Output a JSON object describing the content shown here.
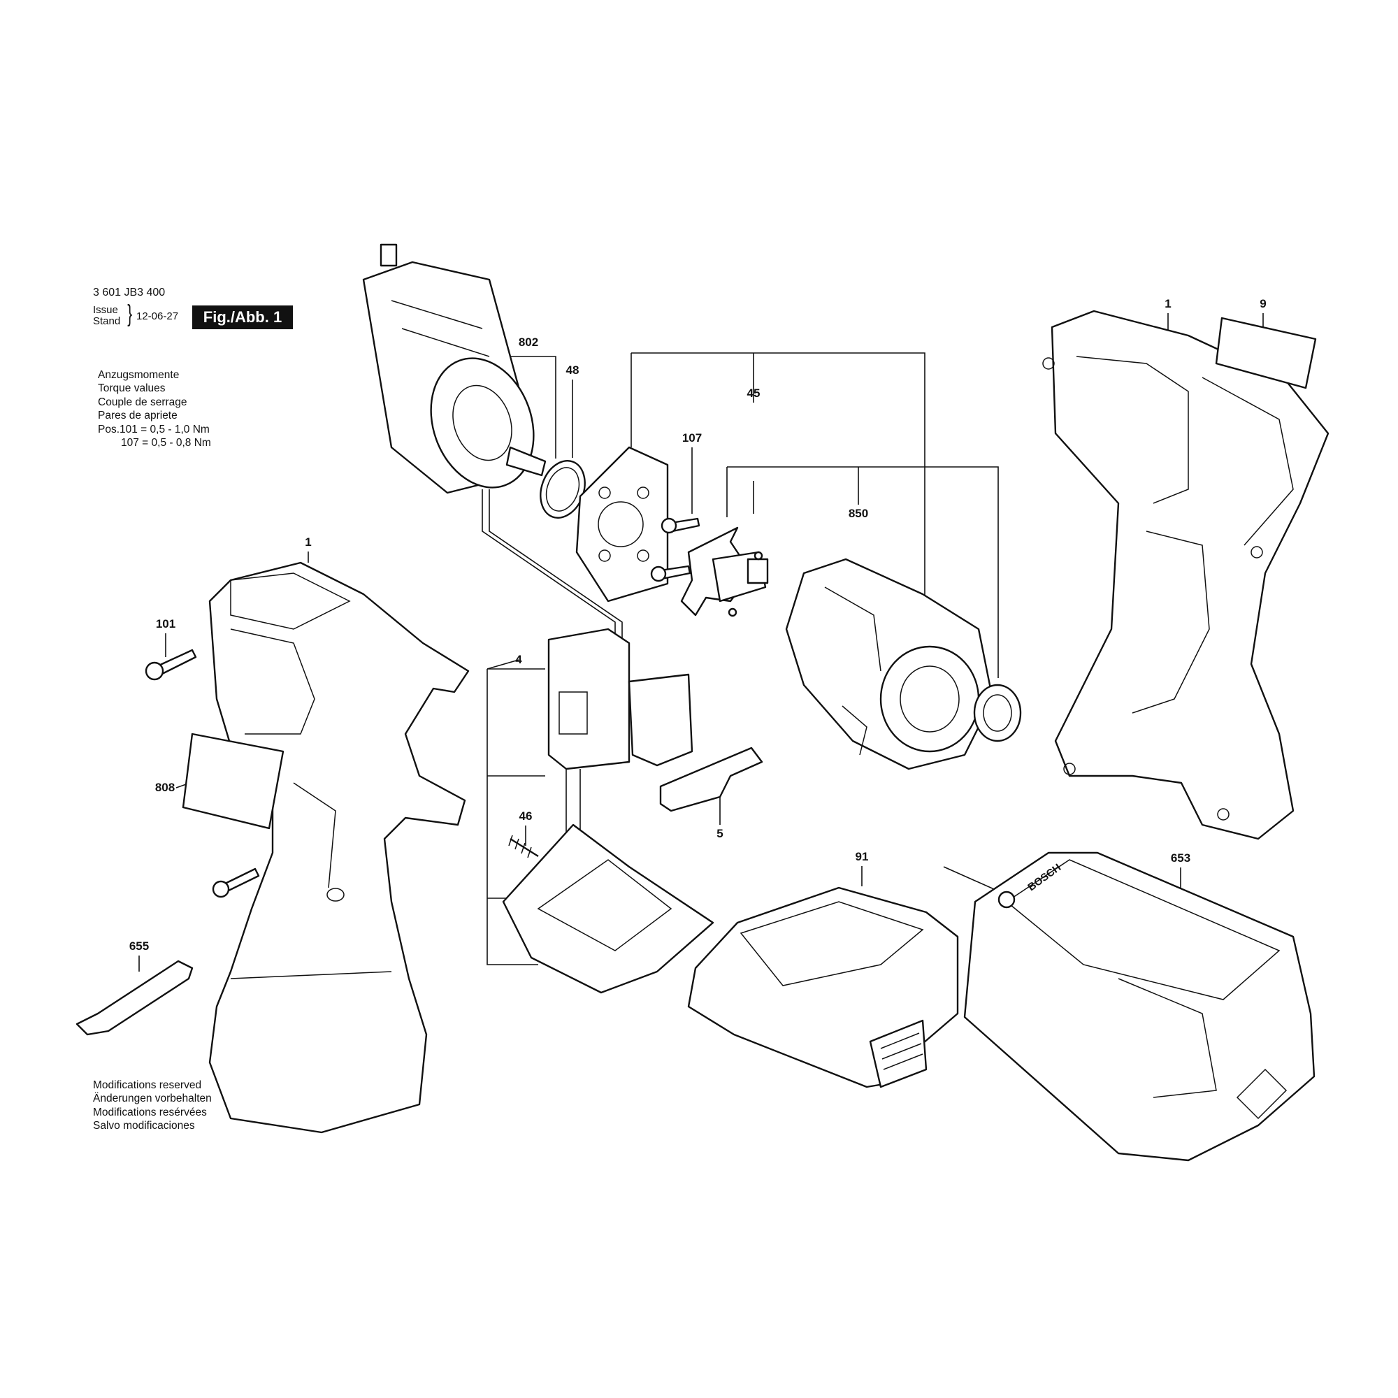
{
  "header": {
    "part_number": "3 601 JB3 400",
    "issue_label": "Issue",
    "stand_label": "Stand",
    "date": "12-06-27",
    "figure_label": "Fig./Abb. 1"
  },
  "torque": {
    "lines": [
      "Anzugsmomente",
      "Torque values",
      "Couple de serrage",
      "Pares de apriete"
    ],
    "pos101": "Pos.101 = 0,5 -  1,0 Nm",
    "pos107": "107 = 0,5 -  0,8 Nm"
  },
  "modifications": [
    "Modifications reserved",
    "Änderungen vorbehalten",
    "Modifications resérvées",
    "Salvo modificaciones"
  ],
  "callouts": {
    "c1_left": "1",
    "c1_right": "1",
    "c9": "9",
    "c802": "802",
    "c48": "48",
    "c45": "45",
    "c107": "107",
    "c850": "850",
    "c101": "101",
    "c4": "4",
    "c808": "808",
    "c46": "46",
    "c5": "5",
    "c655": "655",
    "c91": "91",
    "c653": "653"
  },
  "branding": {
    "charger_logo": "BOSCH"
  }
}
